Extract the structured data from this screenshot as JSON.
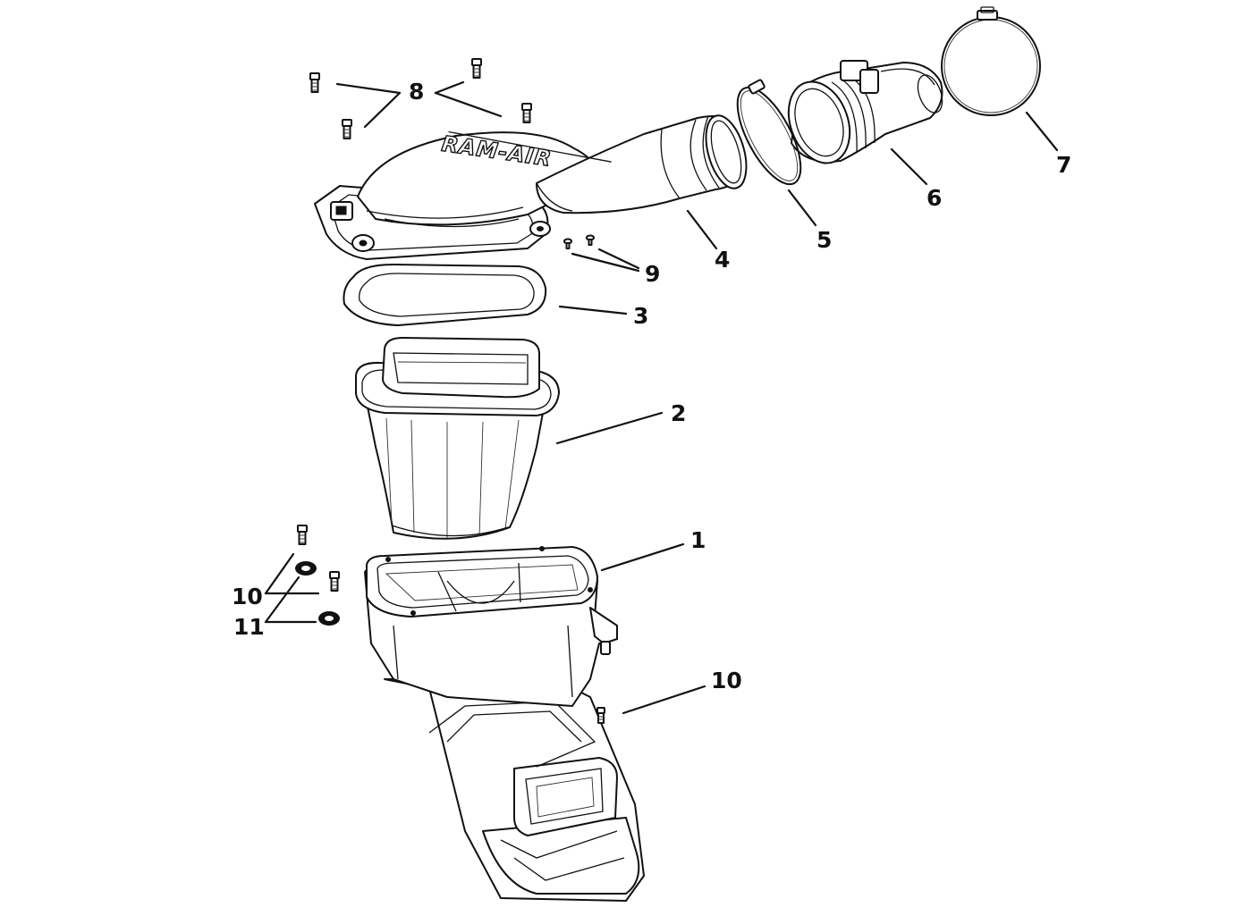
{
  "callouts": {
    "c1": "1",
    "c2": "2",
    "c3": "3",
    "c4": "4",
    "c5": "5",
    "c6": "6",
    "c7": "7",
    "c8": "8",
    "c9": "9",
    "c10a": "10",
    "c10b": "10",
    "c11": "11"
  },
  "logo": {
    "text": "RAM-AIR"
  }
}
